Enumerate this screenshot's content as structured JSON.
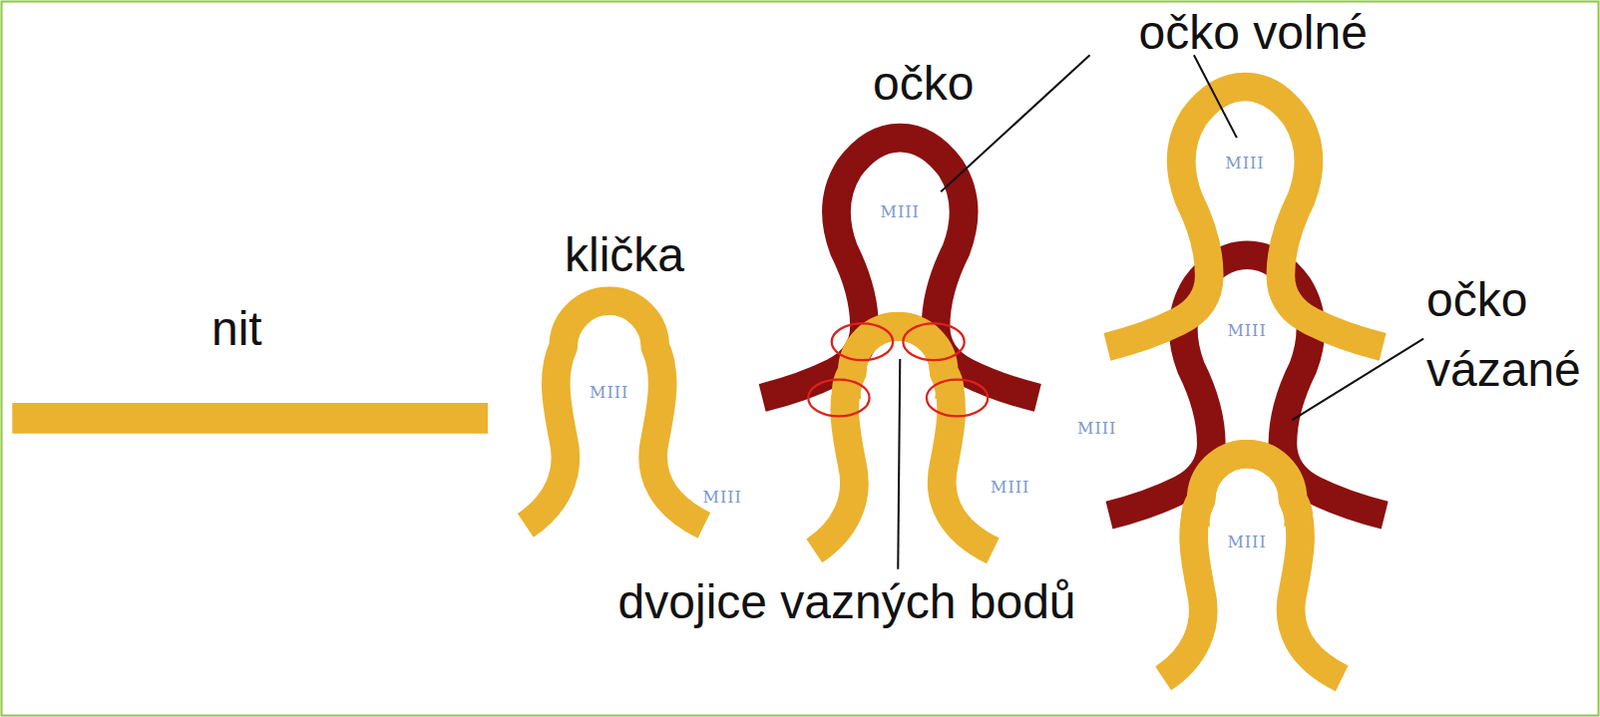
{
  "diagram": {
    "labels": [
      "očko volné",
      "očko",
      "MIII",
      "MIII",
      "klička",
      "nit",
      "očko vázané",
      "MIII",
      "MIII",
      "MIII",
      "MIII",
      "MIII",
      "MIII",
      "dvojice vazných bodů"
    ]
  }
}
